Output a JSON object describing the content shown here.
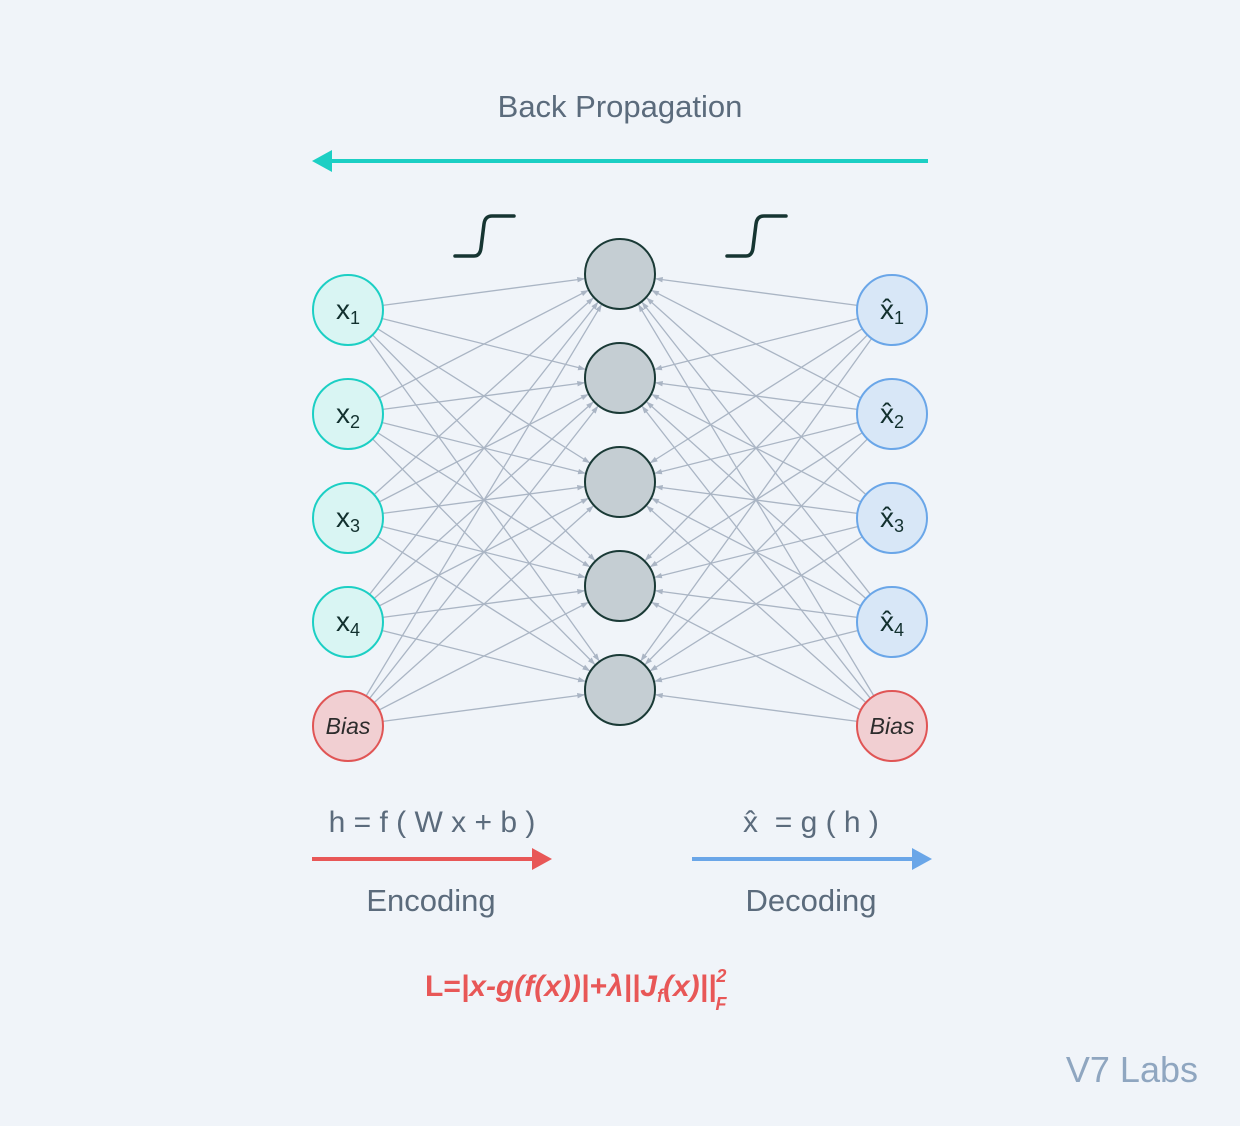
{
  "back_propagation": {
    "label": "Back Propagation",
    "color": "#1ccfc4"
  },
  "inputs": [
    {
      "main": "x",
      "sub": "1"
    },
    {
      "main": "x",
      "sub": "2"
    },
    {
      "main": "x",
      "sub": "3"
    },
    {
      "main": "x",
      "sub": "4"
    }
  ],
  "outputs": [
    {
      "main": "x̂",
      "sub": "1"
    },
    {
      "main": "x̂",
      "sub": "2"
    },
    {
      "main": "x̂",
      "sub": "3"
    },
    {
      "main": "x̂",
      "sub": "4"
    }
  ],
  "bias_label": "Bias",
  "hidden_count": 5,
  "encoding": {
    "formula": "h = f ( W x + b )",
    "label": "Encoding",
    "color": "#e85757"
  },
  "decoding": {
    "formula": "x̂  = g ( h )",
    "label": "Decoding",
    "color": "#6aa6e8"
  },
  "loss": {
    "lead": "L=",
    "body": "|x-g(f(x))|+λ||J",
    "jsub": "f",
    "tail": "(x)||",
    "sup": "2",
    "sub": "F",
    "color": "#e85757"
  },
  "watermark": "V7 Labs",
  "colors": {
    "input_fill": "#d9f5f3",
    "input_stroke": "#1ccfc4",
    "output_fill": "#d8e7f7",
    "output_stroke": "#6aa6e8",
    "bias_fill": "#f1cfd2",
    "bias_stroke": "#e05555",
    "hidden_fill": "#c5ced3",
    "hidden_stroke": "#1a3a36",
    "edge": "#aab5c4",
    "text": "#5b6b7c",
    "node_text": "#12302e"
  }
}
